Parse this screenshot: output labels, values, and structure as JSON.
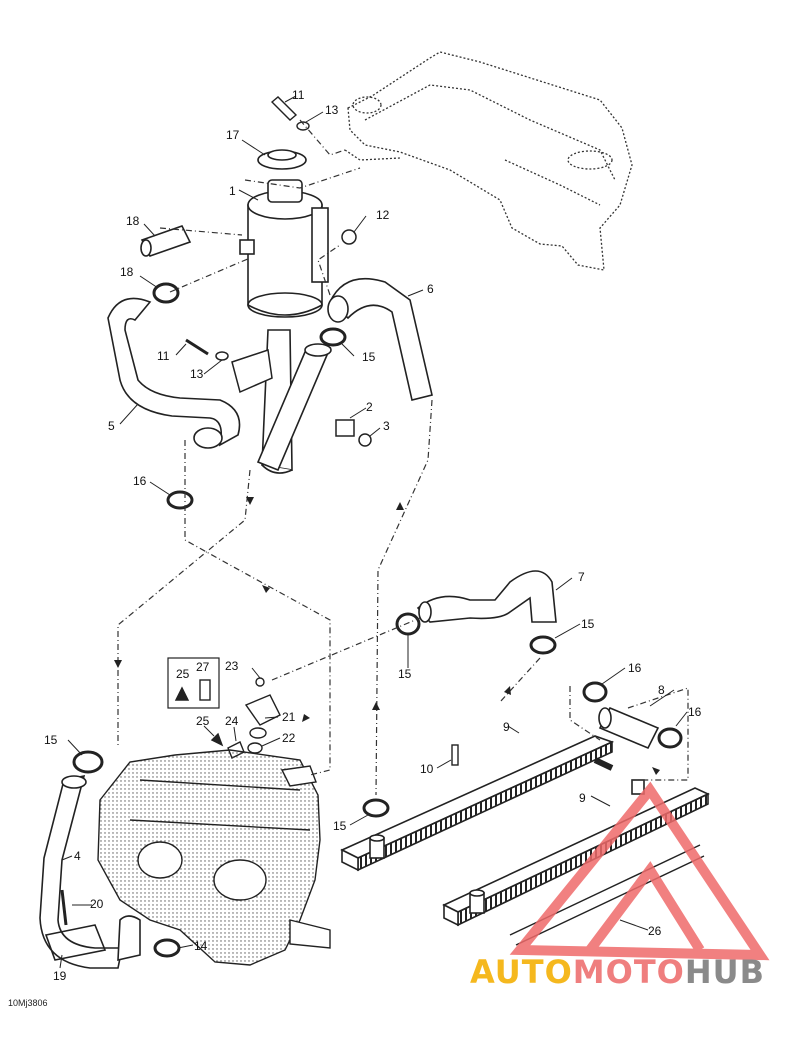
{
  "labels": {
    "l1": "1",
    "l2": "2",
    "l3": "3",
    "l4": "4",
    "l5": "5",
    "l6": "6",
    "l7": "7",
    "l8": "8",
    "l9a": "9",
    "l9b": "9",
    "l10": "10",
    "l11a": "11",
    "l11b": "11",
    "l12": "12",
    "l13a": "13",
    "l13b": "13",
    "l14": "14",
    "l15a": "15",
    "l15b": "15",
    "l15c": "15",
    "l15d": "15",
    "l15e": "15",
    "l16a": "16",
    "l16b": "16",
    "l16c": "16",
    "l17": "17",
    "l18a": "18",
    "l18b": "18",
    "l19": "19",
    "l20": "20",
    "l21": "21",
    "l22": "22",
    "l23": "23",
    "l24": "24",
    "l25a": "25",
    "l25b": "25",
    "l26": "26",
    "l27": "27"
  },
  "reference_code": "10Mj3806",
  "watermark": {
    "part1": "AUTO",
    "part2": "MOTO",
    "part3": "HUB"
  },
  "colors": {
    "line": "#222222",
    "watermark_red": "#ef6a6a",
    "watermark_yellow": "#f5b81e",
    "watermark_gray": "#8a8a8a"
  }
}
